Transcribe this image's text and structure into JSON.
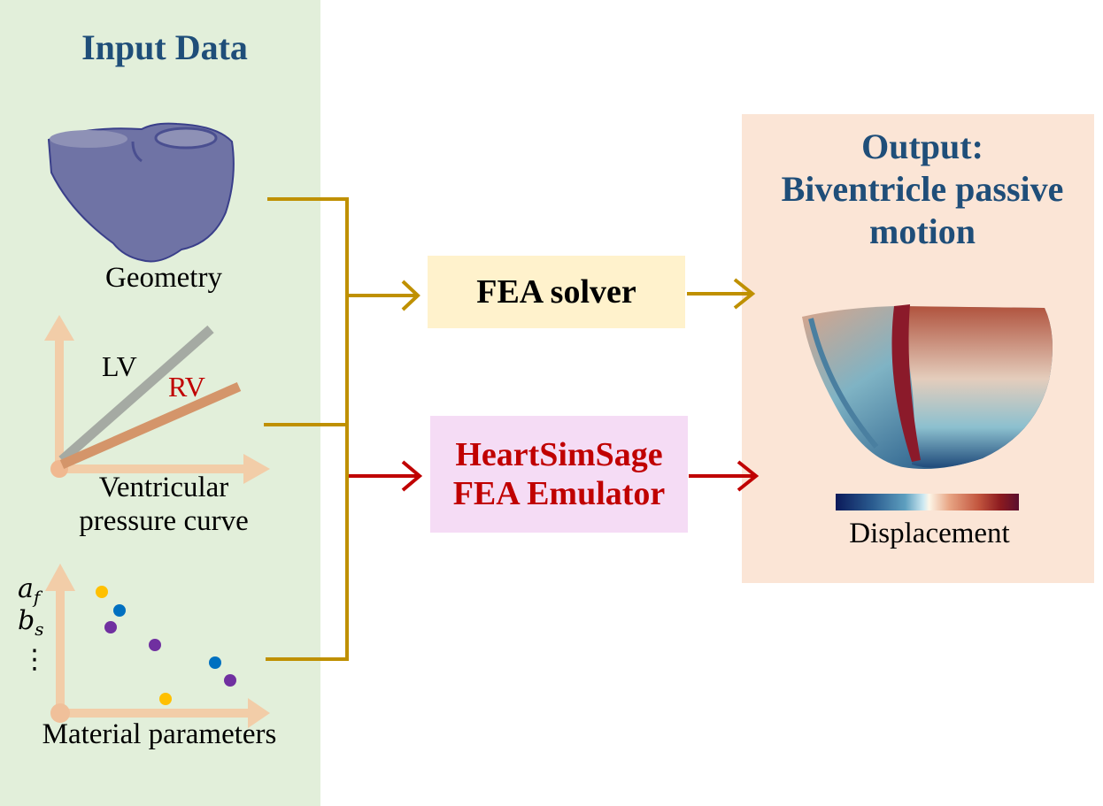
{
  "input_panel": {
    "title": "Input Data",
    "geometry_label": "Geometry",
    "pressure_curve": {
      "label_line1": "Ventricular",
      "label_line2": "pressure curve",
      "series": [
        {
          "name": "LV",
          "color": "#a5aaa3"
        },
        {
          "name": "RV",
          "color": "#d4956a"
        }
      ],
      "lv_text": "LV",
      "rv_text": "RV"
    },
    "material_params": {
      "label": "Material parameters",
      "y_labels": [
        "a_f",
        "b_s",
        "⋮"
      ],
      "a_f_base": "a",
      "a_f_sub": "f",
      "b_s_base": "b",
      "b_s_sub": "s",
      "ellipsis": "⋮",
      "points": [
        {
          "color": "#ffc000"
        },
        {
          "color": "#0070c0"
        },
        {
          "color": "#7030a0"
        },
        {
          "color": "#7030a0"
        },
        {
          "color": "#0070c0"
        },
        {
          "color": "#7030a0"
        },
        {
          "color": "#ffc000"
        }
      ]
    }
  },
  "process": {
    "fea_solver": "FEA solver",
    "emulator_line1": "HeartSimSage",
    "emulator_line2": "FEA Emulator"
  },
  "output_panel": {
    "title_line1": "Output:",
    "title_line2": "Biventricle passive",
    "title_line3": "motion",
    "colorbar_label": "Displacement"
  },
  "colors": {
    "title": "#1f4e79",
    "fea_arrow": "#bf9000",
    "emulator_arrow": "#c00000",
    "input_bg": "#e2efda",
    "output_bg": "#fbe5d6",
    "fea_box_bg": "#fff2cc",
    "emulator_box_bg": "#f5dcf5"
  }
}
